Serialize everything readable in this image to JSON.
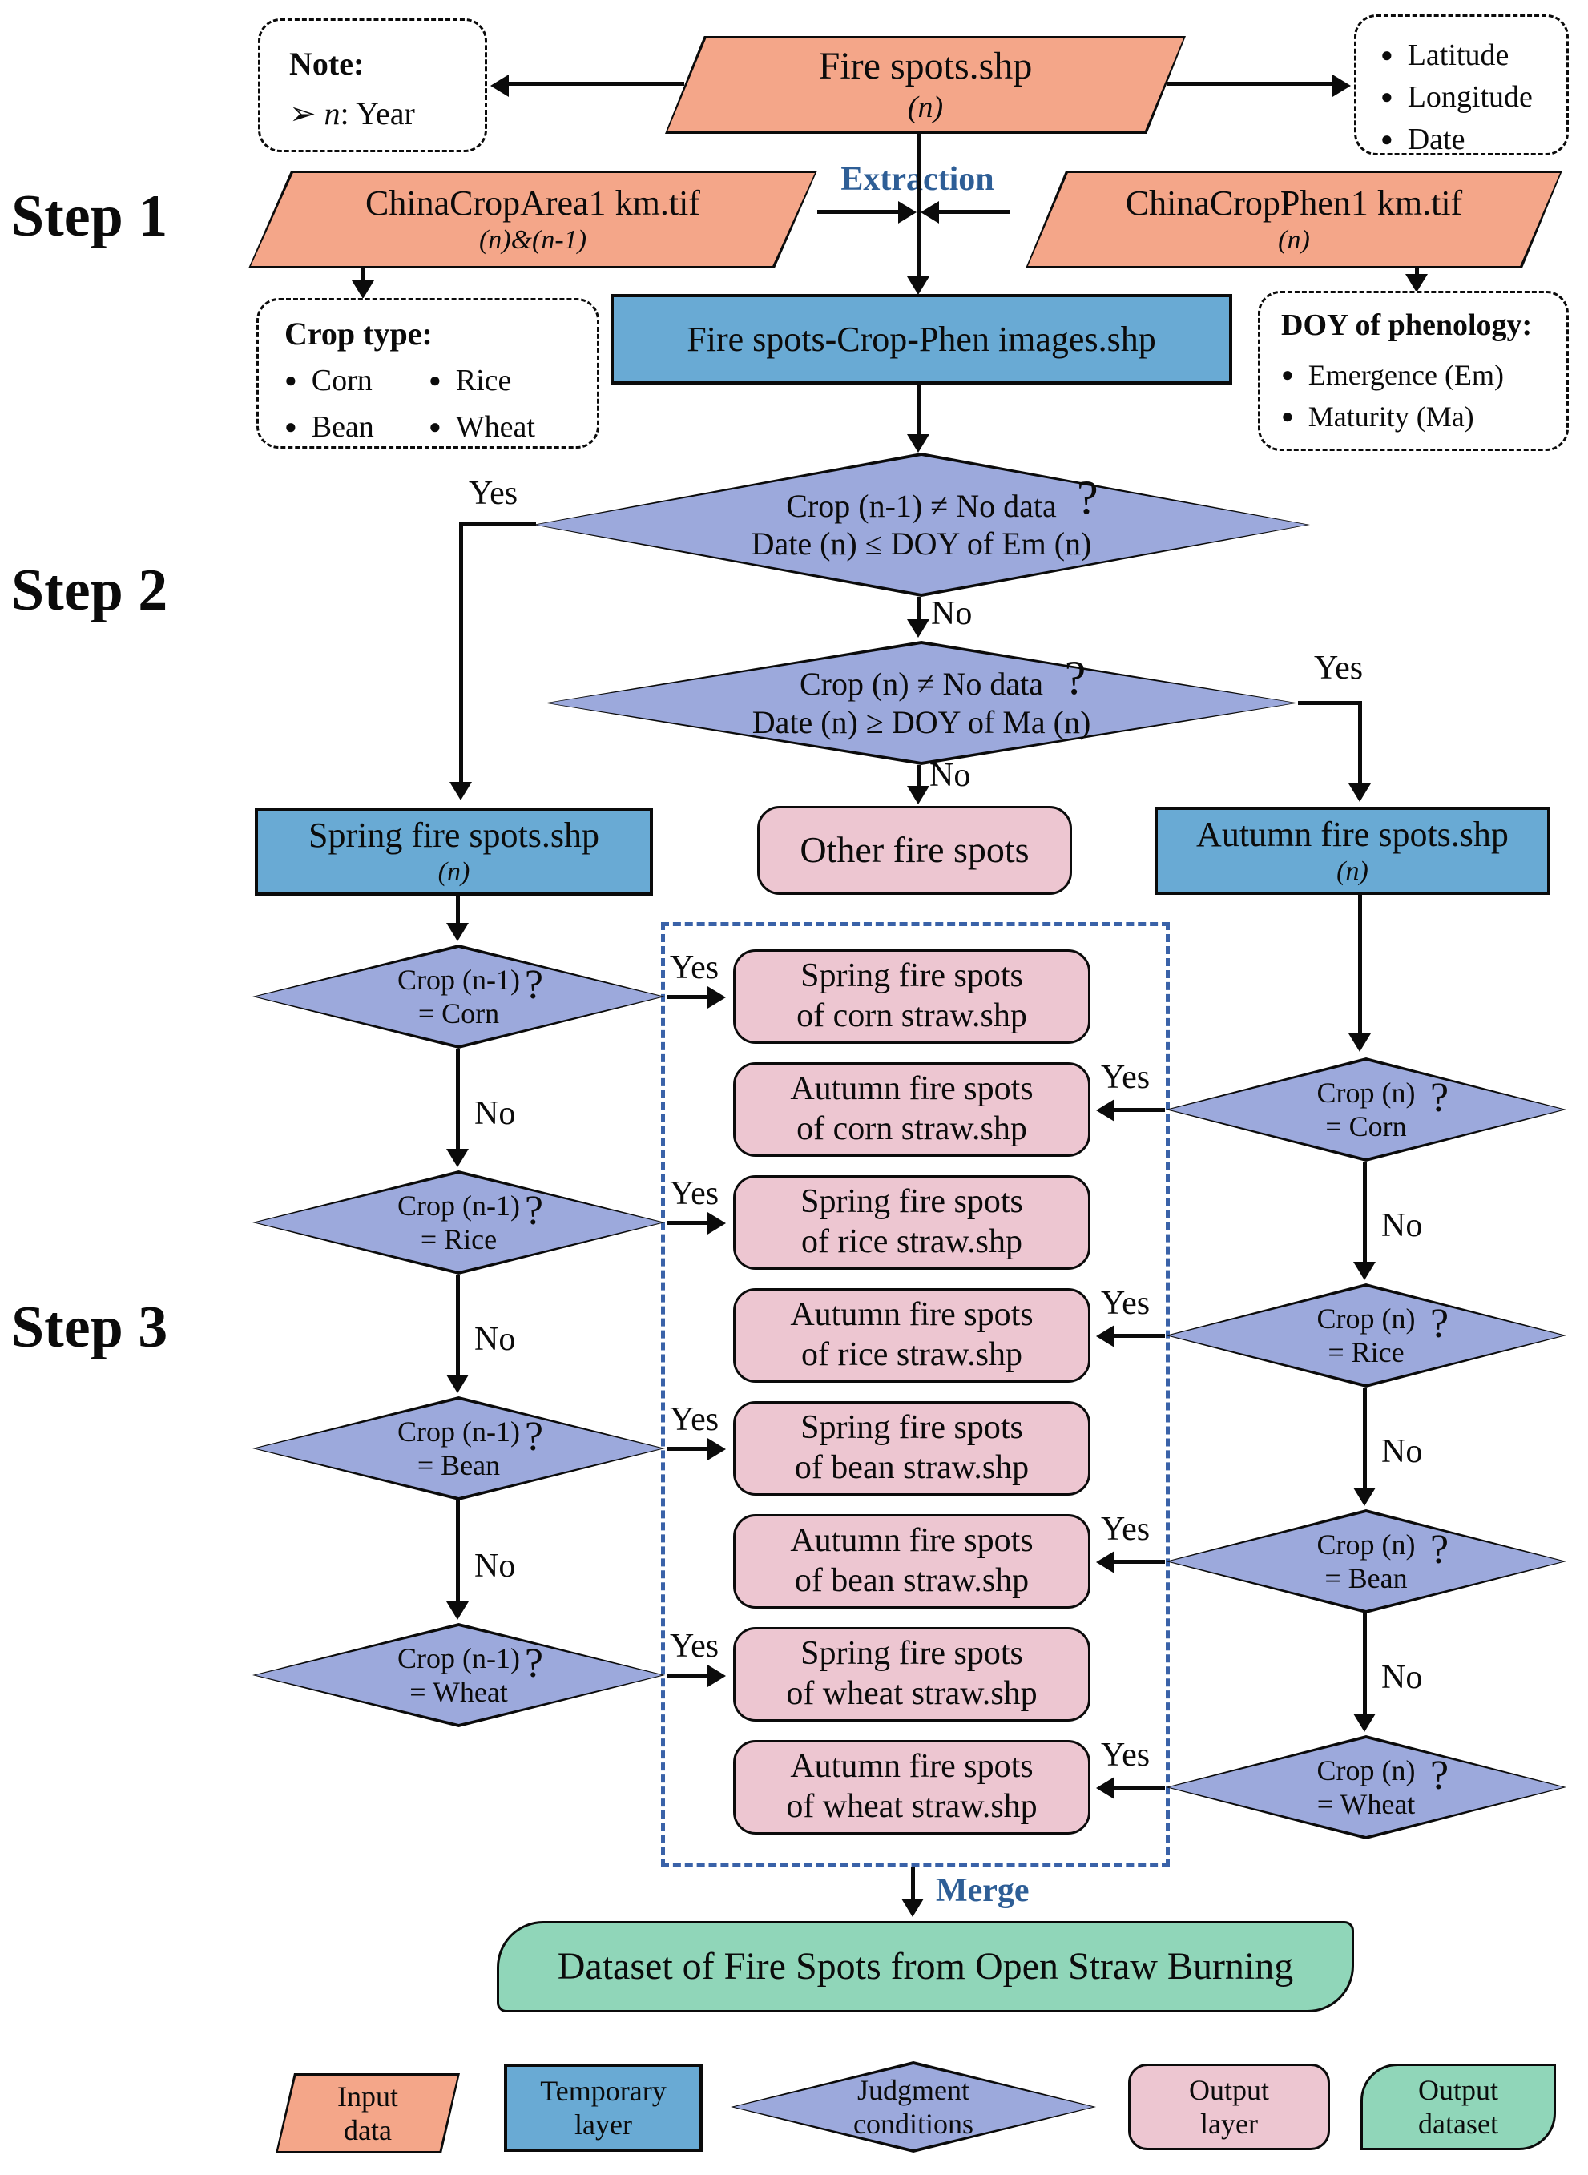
{
  "steps": {
    "s1": "Step 1",
    "s2": "Step 2",
    "s3": "Step 3"
  },
  "glyphs": {
    "bullet": "●",
    "pointer": "➢",
    "question": "?"
  },
  "labels": {
    "yes": "Yes",
    "no": "No",
    "extraction": "Extraction",
    "merge": "Merge"
  },
  "top": {
    "note": {
      "title": "Note:",
      "var": "n",
      "rest": ": Year"
    },
    "fire": {
      "line1": "Fire spots.shp",
      "line2": "(n)"
    },
    "fields": {
      "items": [
        "Latitude",
        "Longitude",
        "Date"
      ]
    },
    "area": {
      "line1": "ChinaCropArea1 km.tif",
      "line2": "(n)&(n-1)"
    },
    "phen": {
      "line1": "ChinaCropPhen1 km.tif",
      "line2": "(n)"
    },
    "crop_type": {
      "title": "Crop type:",
      "items": [
        "Corn",
        "Rice",
        "Bean",
        "Wheat"
      ]
    },
    "proc": {
      "label": "Fire spots-Crop-Phen images.shp"
    },
    "doy": {
      "title": "DOY of phenology:",
      "items": [
        "Emergence (Em)",
        "Maturity (Ma)"
      ]
    }
  },
  "step2": {
    "d1": {
      "line1": "Crop (n-1) ≠ No data",
      "line2": "Date (n) ≤ DOY of Em (n)"
    },
    "d2": {
      "line1": "Crop (n) ≠ No data",
      "line2": "Date (n) ≥ DOY of Ma (n)"
    }
  },
  "row": {
    "spring": {
      "line1": "Spring fire spots.shp",
      "line2": "(n)"
    },
    "other": {
      "label": "Other fire spots"
    },
    "autumn": {
      "line1": "Autumn fire spots.shp",
      "line2": "(n)"
    }
  },
  "step3": {
    "left": [
      {
        "line1": "Crop (n-1)",
        "line2": "= Corn"
      },
      {
        "line1": "Crop (n-1)",
        "line2": "= Rice"
      },
      {
        "line1": "Crop (n-1)",
        "line2": "= Bean"
      },
      {
        "line1": "Crop (n-1)",
        "line2": "= Wheat"
      }
    ],
    "right": [
      {
        "line1": "Crop (n)",
        "line2": "= Corn"
      },
      {
        "line1": "Crop (n)",
        "line2": "= Rice"
      },
      {
        "line1": "Crop (n)",
        "line2": "= Bean"
      },
      {
        "line1": "Crop (n)",
        "line2": "= Wheat"
      }
    ],
    "outputs": [
      {
        "line1": "Spring fire spots",
        "line2": "of corn straw.shp"
      },
      {
        "line1": "Autumn fire spots",
        "line2": "of corn straw.shp"
      },
      {
        "line1": "Spring fire spots",
        "line2": "of rice straw.shp"
      },
      {
        "line1": "Autumn fire spots",
        "line2": "of rice straw.shp"
      },
      {
        "line1": "Spring fire spots",
        "line2": "of bean straw.shp"
      },
      {
        "line1": "Autumn fire spots",
        "line2": "of bean straw.shp"
      },
      {
        "line1": "Spring fire spots",
        "line2": "of wheat straw.shp"
      },
      {
        "line1": "Autumn fire spots",
        "line2": "of wheat straw.shp"
      }
    ]
  },
  "dataset": {
    "label": "Dataset of Fire Spots from Open Straw Burning"
  },
  "legend": {
    "items": [
      {
        "line1": "Input",
        "line2": "data"
      },
      {
        "line1": "Temporary",
        "line2": "layer"
      },
      {
        "line1": "Judgment",
        "line2": "conditions"
      },
      {
        "line1": "Output",
        "line2": "layer"
      },
      {
        "line1": "Output",
        "line2": "dataset"
      }
    ]
  },
  "colors": {
    "input_data": "#F4A689",
    "temporary_layer": "#69AAD4",
    "judgment_conditions": "#9CA9DC",
    "output_layer": "#EDC6D1",
    "output_dataset": "#90D6B9",
    "flow_label": "#2E5E96",
    "dashed_region": "#3A62A8"
  }
}
